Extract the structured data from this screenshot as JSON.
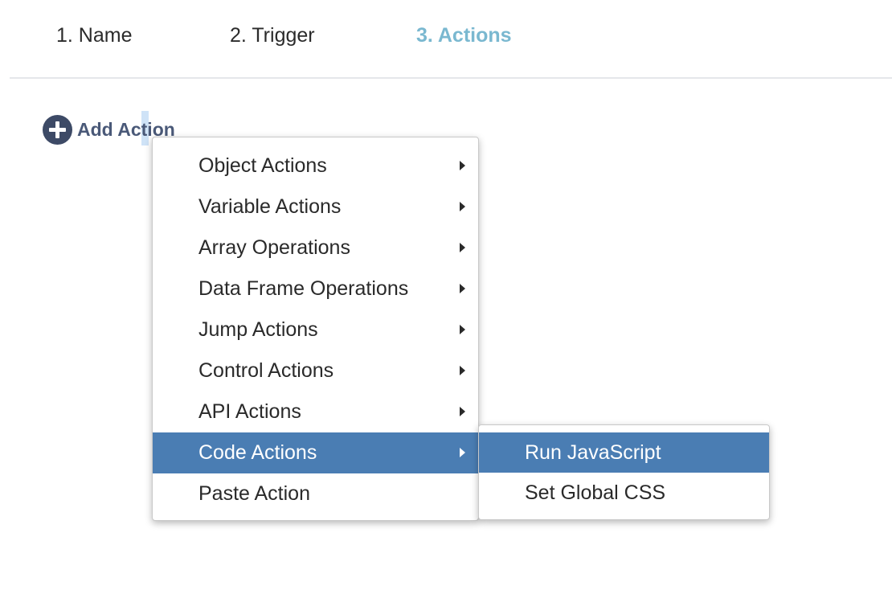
{
  "steps": [
    {
      "label": "1. Name",
      "active": false
    },
    {
      "label": "2. Trigger",
      "active": false
    },
    {
      "label": "3. Actions",
      "active": true
    }
  ],
  "add_action": {
    "label": "Add Action",
    "icon": "plus-circle-icon"
  },
  "menu": {
    "items": [
      {
        "label": "Object Actions",
        "has_submenu": true
      },
      {
        "label": "Variable Actions",
        "has_submenu": true
      },
      {
        "label": "Array Operations",
        "has_submenu": true
      },
      {
        "label": "Data Frame Operations",
        "has_submenu": true
      },
      {
        "label": "Jump Actions",
        "has_submenu": true
      },
      {
        "label": "Control Actions",
        "has_submenu": true
      },
      {
        "label": "API Actions",
        "has_submenu": true
      },
      {
        "label": "Code Actions",
        "has_submenu": true,
        "highlighted": true
      },
      {
        "label": "Paste Action",
        "has_submenu": false
      }
    ]
  },
  "submenu": {
    "parent": "Code Actions",
    "items": [
      {
        "label": "Run JavaScript",
        "highlighted": true
      },
      {
        "label": "Set Global CSS",
        "highlighted": false
      }
    ]
  },
  "colors": {
    "active_step": "#7ab8d0",
    "highlight": "#4a7db3",
    "add_icon": "#3d4a66"
  }
}
